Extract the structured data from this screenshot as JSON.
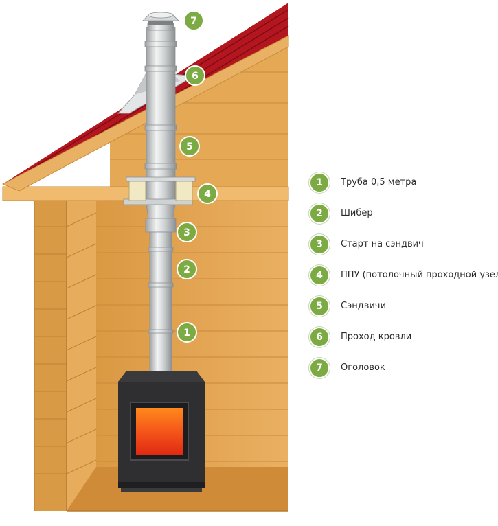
{
  "colors": {
    "badge": "#7cab44",
    "roof": "#b3161f",
    "wood": "#e3a54f",
    "metal": "#cfd2d3",
    "stove": "#2f2f31",
    "fire": "#f34a18"
  },
  "callouts": [
    {
      "num": "1",
      "label": "Труба 0,5 метра"
    },
    {
      "num": "2",
      "label": "Шибер"
    },
    {
      "num": "3",
      "label": "Старт на сэндвич"
    },
    {
      "num": "4",
      "label": "ППУ (потолочный проходной узел)"
    },
    {
      "num": "5",
      "label": "Сэндвичи"
    },
    {
      "num": "6",
      "label": "Проход кровли"
    },
    {
      "num": "7",
      "label": "Оголовок"
    }
  ]
}
